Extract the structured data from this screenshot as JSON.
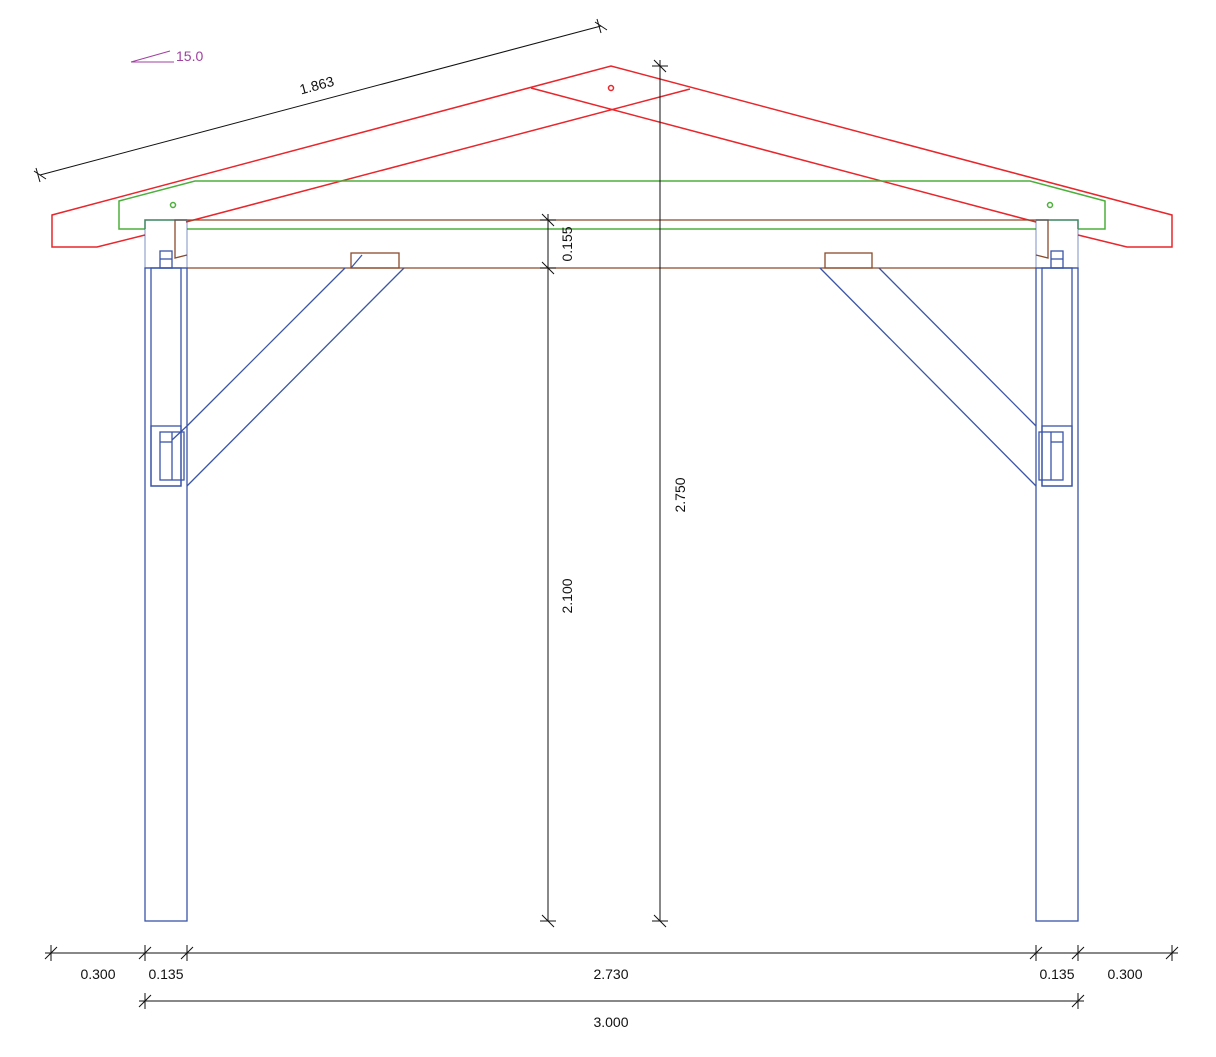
{
  "drawing": {
    "roof_angle": "15.0",
    "rafter_length": "1.863",
    "dimensions": {
      "beam_depth": "0.155",
      "clear_height": "2.100",
      "total_height": "2.750",
      "overhang_left": "0.300",
      "post_left": "0.135",
      "clear_span": "2.730",
      "post_right": "0.135",
      "overhang_right": "0.300",
      "overall_width": "3.000"
    },
    "colors": {
      "rafter": "#e8262b",
      "purlin": "#4caf3c",
      "tie_beam": "#8b4a2b",
      "post": "#3a55a8",
      "dimension": "#111111",
      "angle": "#a040a0"
    }
  }
}
